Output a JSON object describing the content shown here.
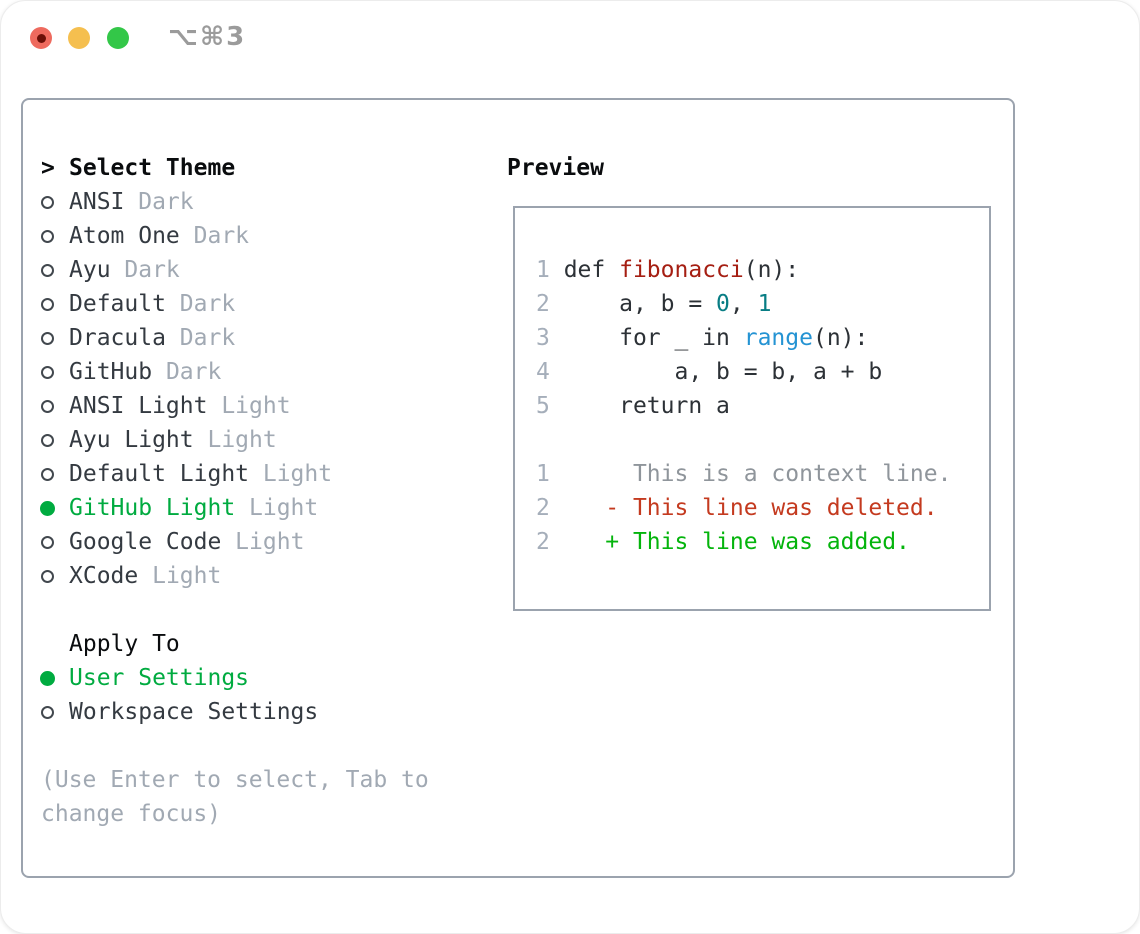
{
  "titlebar": {
    "shortcut": "⌥⌘3"
  },
  "panel": {
    "theme_list": {
      "cursor": ">",
      "title": "Select Theme",
      "items": [
        {
          "name": "ANSI",
          "variant": "Dark",
          "selected": false
        },
        {
          "name": "Atom One",
          "variant": "Dark",
          "selected": false
        },
        {
          "name": "Ayu",
          "variant": "Dark",
          "selected": false
        },
        {
          "name": "Default",
          "variant": "Dark",
          "selected": false
        },
        {
          "name": "Dracula",
          "variant": "Dark",
          "selected": false
        },
        {
          "name": "GitHub",
          "variant": "Dark",
          "selected": false
        },
        {
          "name": "ANSI Light",
          "variant": "Light",
          "selected": false
        },
        {
          "name": "Ayu Light",
          "variant": "Light",
          "selected": false
        },
        {
          "name": "Default Light",
          "variant": "Light",
          "selected": false
        },
        {
          "name": "GitHub Light",
          "variant": "Light",
          "selected": true
        },
        {
          "name": "Google Code",
          "variant": "Light",
          "selected": false
        },
        {
          "name": "XCode",
          "variant": "Light",
          "selected": false
        }
      ]
    },
    "apply_to": {
      "title": "Apply To",
      "options": [
        {
          "label": "User Settings",
          "selected": true
        },
        {
          "label": "Workspace Settings",
          "selected": false
        }
      ]
    },
    "hint_lines": [
      "(Use Enter to select, Tab to",
      "change focus)"
    ],
    "preview": {
      "title": "Preview",
      "lines": [
        {
          "segments": [
            {
              "c": "ln",
              "t": "1"
            },
            {
              "c": "plain",
              "t": " def "
            },
            {
              "c": "fn",
              "t": "fibonacci"
            },
            {
              "c": "plain",
              "t": "(n):"
            }
          ]
        },
        {
          "segments": [
            {
              "c": "ln",
              "t": "2"
            },
            {
              "c": "plain",
              "t": "     a, b = "
            },
            {
              "c": "num",
              "t": "0"
            },
            {
              "c": "plain",
              "t": ", "
            },
            {
              "c": "num",
              "t": "1"
            }
          ]
        },
        {
          "segments": [
            {
              "c": "ln",
              "t": "3"
            },
            {
              "c": "plain",
              "t": "     for _ in "
            },
            {
              "c": "builtin",
              "t": "range"
            },
            {
              "c": "plain",
              "t": "(n):"
            }
          ]
        },
        {
          "segments": [
            {
              "c": "ln",
              "t": "4"
            },
            {
              "c": "plain",
              "t": "         a, b = b, a + b"
            }
          ]
        },
        {
          "segments": [
            {
              "c": "ln",
              "t": "5"
            },
            {
              "c": "plain",
              "t": "     return a"
            }
          ]
        },
        {
          "segments": []
        },
        {
          "segments": [
            {
              "c": "ln",
              "t": "1"
            },
            {
              "c": "ctx",
              "t": "      This is a context line."
            }
          ]
        },
        {
          "segments": [
            {
              "c": "ln",
              "t": "2"
            },
            {
              "c": "plain",
              "t": "    "
            },
            {
              "c": "del",
              "t": "- This line was deleted."
            }
          ]
        },
        {
          "segments": [
            {
              "c": "ln",
              "t": "2"
            },
            {
              "c": "plain",
              "t": "    "
            },
            {
              "c": "add",
              "t": "+ This line was added."
            }
          ]
        }
      ]
    }
  },
  "colors": {
    "selection_green": "#00ab40",
    "added_green": "#04b40c",
    "deleted_red": "#c43a1f",
    "function_red": "#a51e12",
    "number_teal": "#087d84",
    "builtin_blue": "#2493d3",
    "code_plain": "#2c3136",
    "line_number_gray": "#a5aeba",
    "context_gray": "#8f959b",
    "muted_gray": "#a1a9b3",
    "item_text": "#343a41",
    "heading_black": "#0a0c0e",
    "border_gray": "#9ba3ae",
    "traffic_red": "#ee6a5e",
    "traffic_yellow": "#f5bf4f",
    "traffic_green": "#33c748",
    "titlebar_text": "#9b9b9b"
  }
}
